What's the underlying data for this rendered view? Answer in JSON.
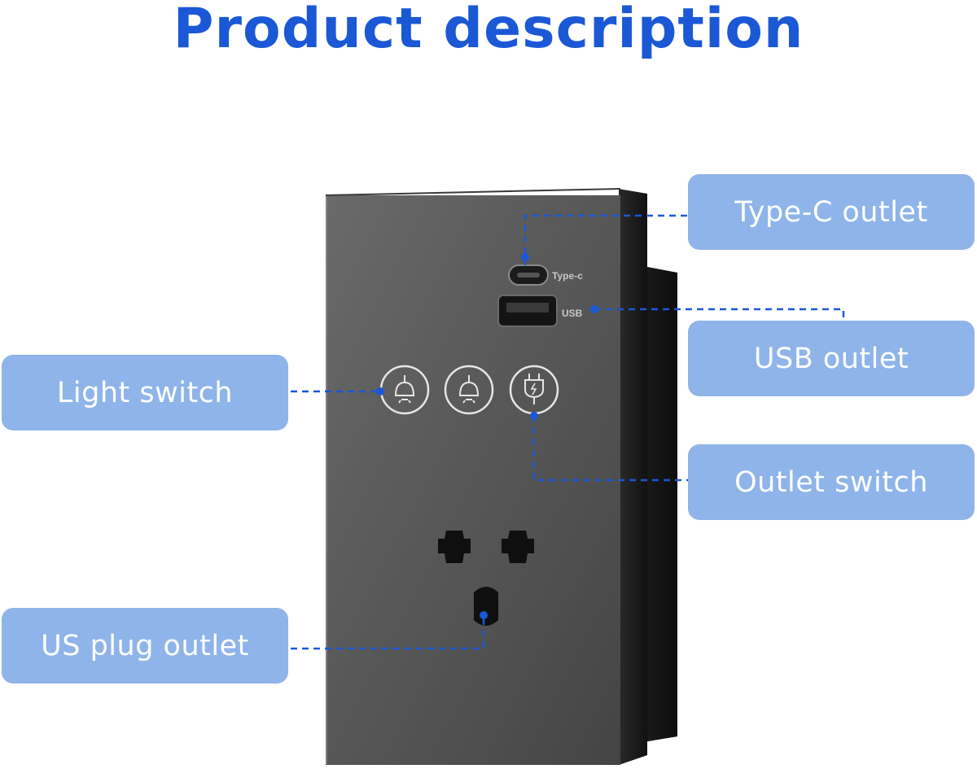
{
  "title": "Product description",
  "callouts": {
    "type_c_outlet": "Type-C outlet",
    "usb_outlet": "USB outlet",
    "light_switch": "Light switch",
    "outlet_switch": "Outlet switch",
    "us_plug_outlet": "US plug outlet"
  },
  "panel": {
    "type_c_label": "Type-c",
    "usb_label": "USB"
  },
  "colors": {
    "title": "#1a58d6",
    "callout_fill": "#8fb4ea",
    "leader_line": "#1a58d6",
    "panel_face": "#545454",
    "panel_side": "#1c1c1c"
  },
  "icons": [
    "light-bulb-icon",
    "light-bulb-icon",
    "power-plug-icon"
  ]
}
